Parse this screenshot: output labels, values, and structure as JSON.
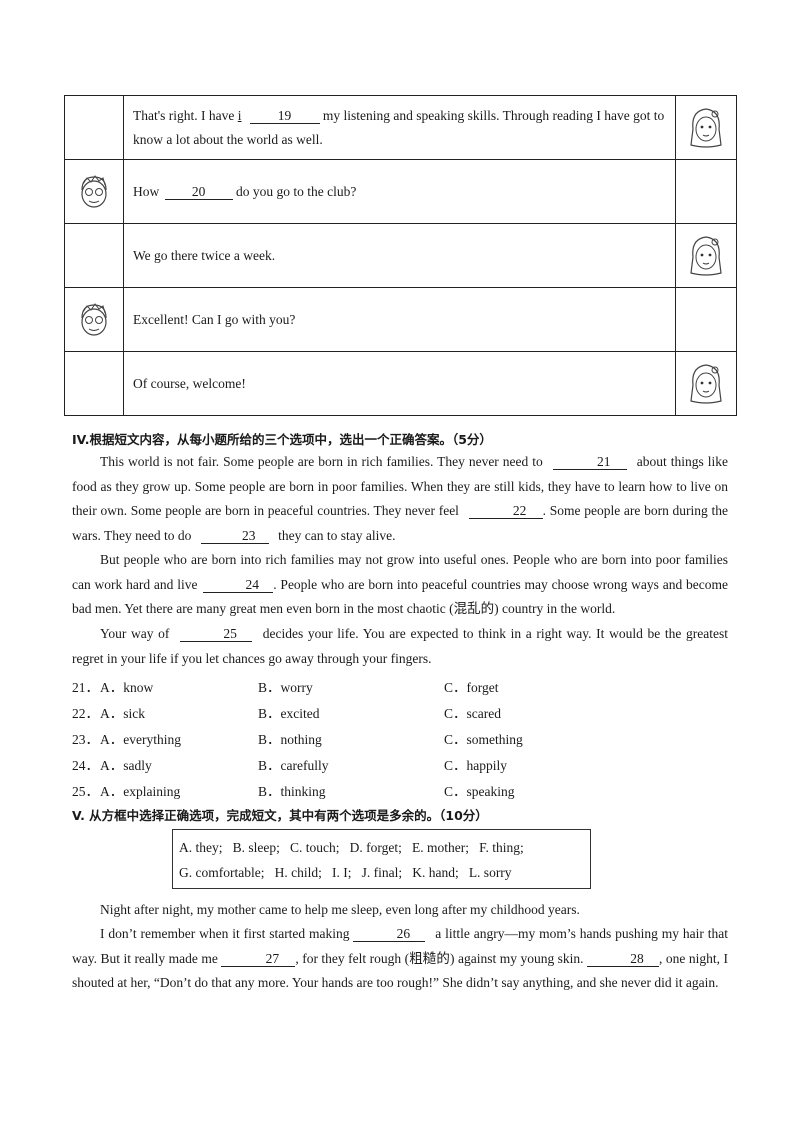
{
  "dialog": [
    {
      "left": "",
      "right": "girl",
      "pre": "That's right. I have ",
      "hint": "i",
      "num": "19",
      "post": " my listening and speaking skills. Through reading I have got to know a lot about the world as well."
    },
    {
      "left": "boy",
      "right": "",
      "pre": "How ",
      "num": "20",
      "post": " do you go to the club?"
    },
    {
      "left": "",
      "right": "girl",
      "text": "We go there twice a week."
    },
    {
      "left": "boy",
      "right": "",
      "text": "Excellent! Can I go with you?"
    },
    {
      "left": "",
      "right": "girl",
      "text": "Of course, welcome!"
    }
  ],
  "section4": {
    "heading": "IV.根据短文内容，从每小题所给的三个选项中，选出一个正确答案。（5分）",
    "p1": {
      "a": "This world is not fair. Some people are born in rich families. They never need to ",
      "b1": "21",
      "b": " about things like food as they grow up. Some people are born in poor families. When they are still kids, they have to learn how to live on their own. Some people are born in peaceful countries. They never feel ",
      "b2": "22",
      "c": ". Some people are born during the wars. They need to do ",
      "b3": "23",
      "d": " they can to stay alive."
    },
    "p2": {
      "a": "But people who are born into rich families may not grow into useful ones. People who are born into poor families can work hard and live ",
      "b1": "24",
      "b": ". People who are born into peaceful countries may choose wrong ways and become bad men. Yet there are many great men even born in the most chaotic (混乱的) country in the world."
    },
    "p3": {
      "a": "Your way of ",
      "b1": "25",
      "b": " decides your life. You are expected to think in a right way. It would be the greatest regret in your life if you let chances go away through your fingers."
    },
    "options": [
      {
        "num": "21．",
        "a": "A．know",
        "b": "B．worry",
        "c": "C．forget"
      },
      {
        "num": "22．",
        "a": "A．sick",
        "b": "B．excited",
        "c": "C．scared"
      },
      {
        "num": "23．",
        "a": "A．everything",
        "b": "B．nothing",
        "c": "C．something"
      },
      {
        "num": "24．",
        "a": "A．sadly",
        "b": "B．carefully",
        "c": "C．happily"
      },
      {
        "num": "25．",
        "a": "A．explaining",
        "b": "B．thinking",
        "c": "C．speaking"
      }
    ]
  },
  "section5": {
    "heading": "V. 从方框中选择正确选项，完成短文，其中有两个选项是多余的。（10分）",
    "box_line1": "A. they;   B. sleep;   C. touch;   D. forget;   E. mother;   F. thing;",
    "box_line2": "G. comfortable;   H. child;   I. I;   J. final;   K. hand;   L. sorry",
    "p1": "Night after night, my mother came to help me sleep, even long after my childhood years.",
    "p2": {
      "a": "I don’t remember when it first started making ",
      "b1": "26",
      "b": " a little angry—my mom’s hands pushing my hair that way. But it really made me ",
      "b2": "27",
      "c": ", for they felt rough (粗糙的) against my young skin. ",
      "b3": "28",
      "d": ", one night, I shouted at her, “Don’t do that any more. Your hands are too rough!” She didn’t say anything, and she never did it again."
    }
  }
}
